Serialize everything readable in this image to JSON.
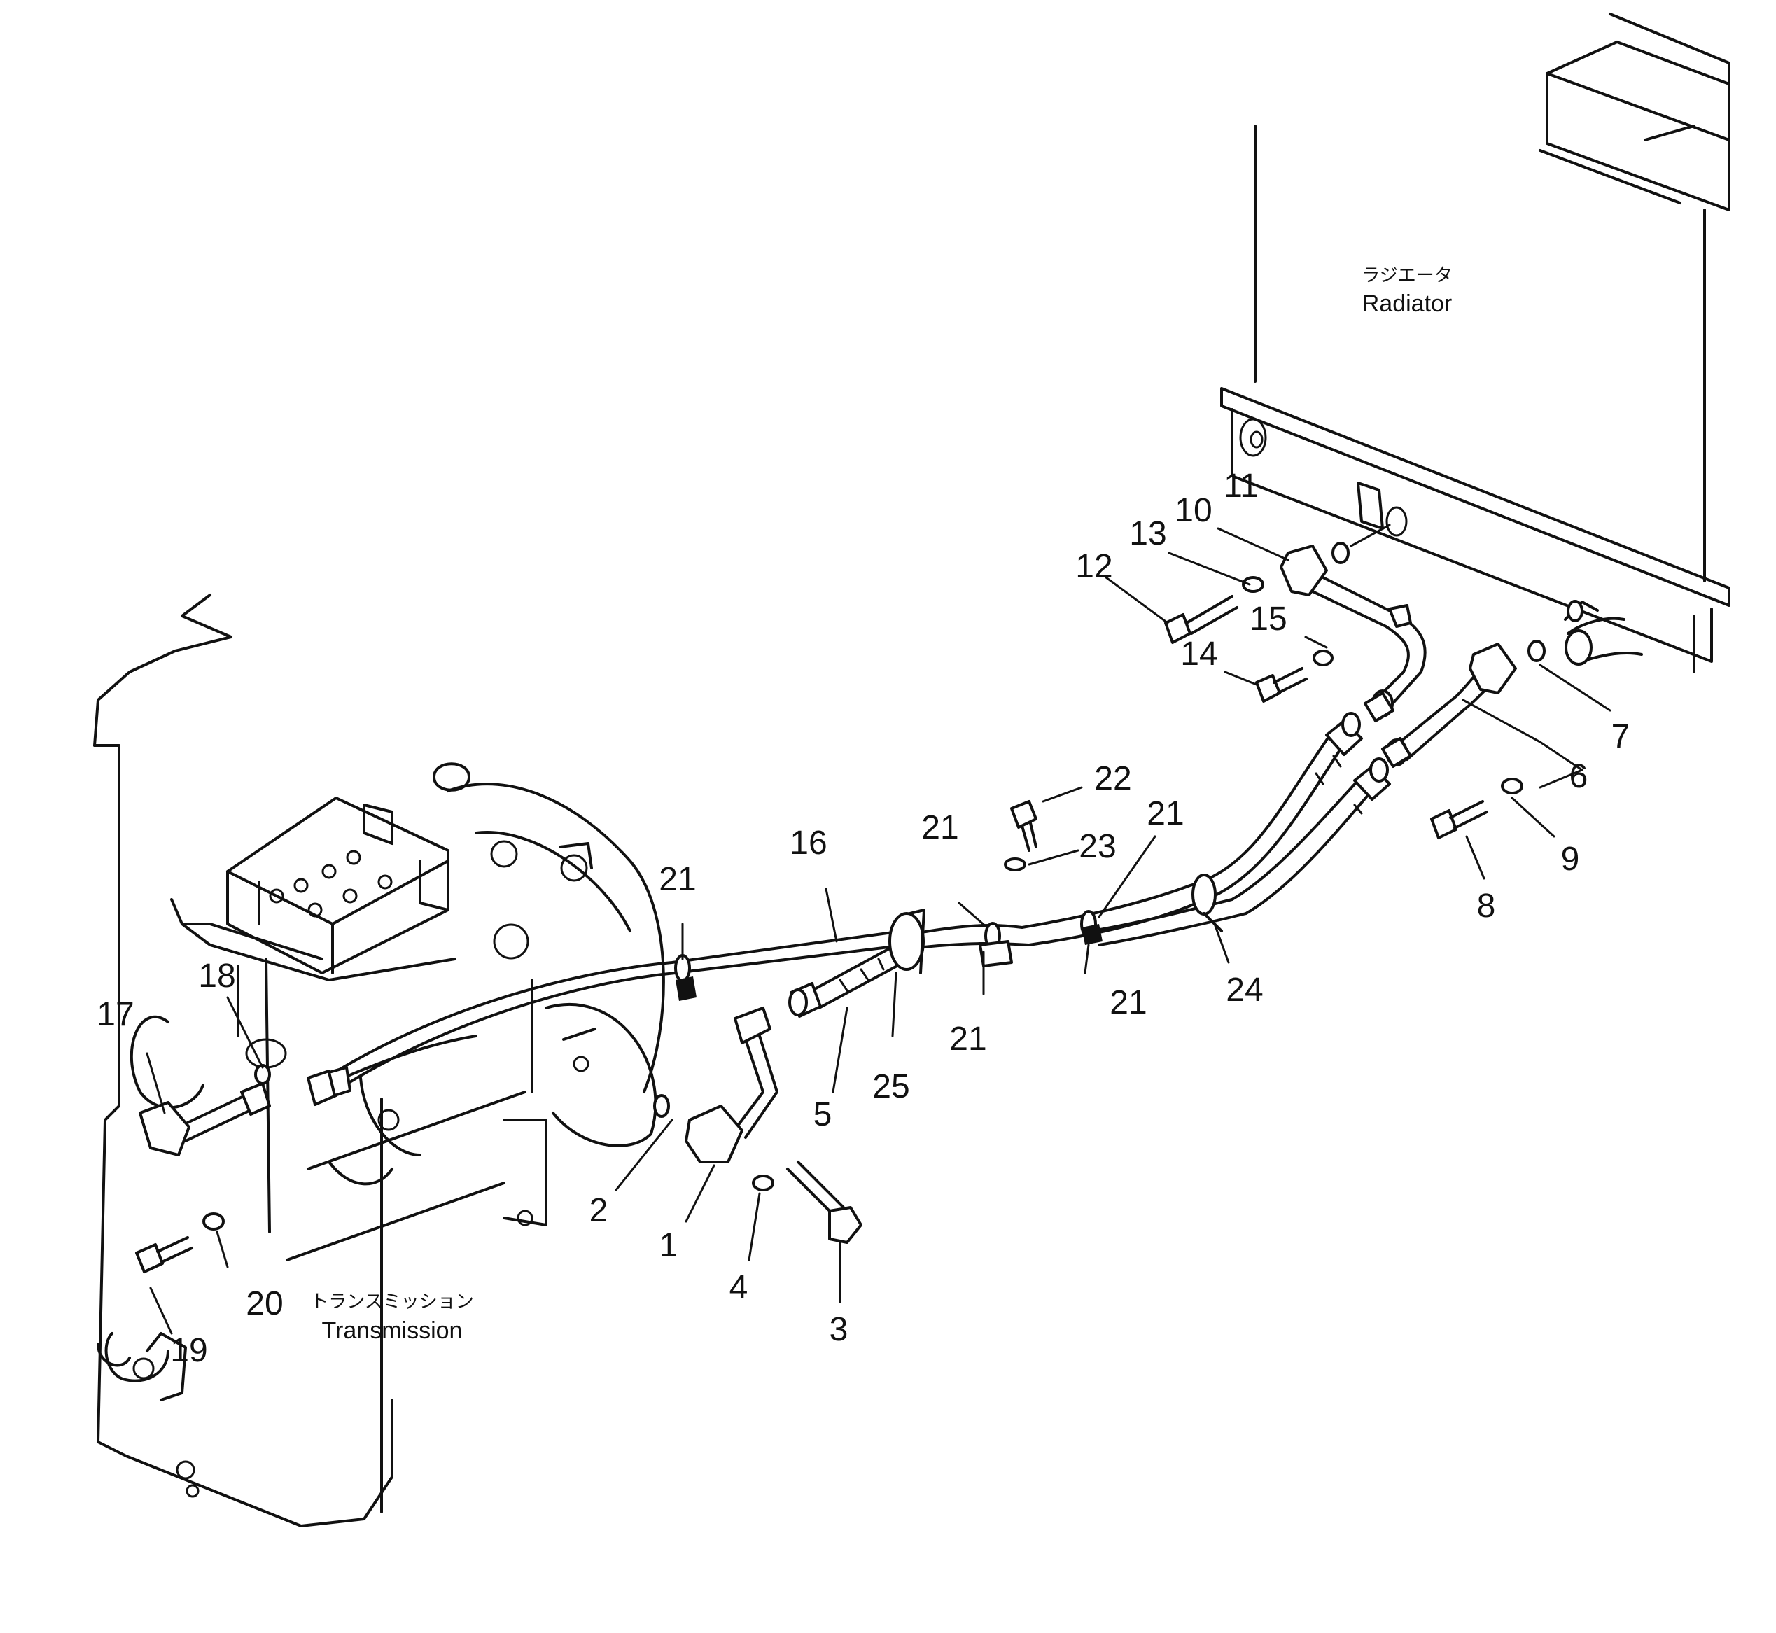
{
  "labels": {
    "radiator_jp": "ラジエータ",
    "radiator_en": "Radiator",
    "transmission_jp": "トランスミッション",
    "transmission_en": "Transmission"
  },
  "callouts": {
    "c1": "1",
    "c2": "2",
    "c3": "3",
    "c4": "4",
    "c5": "5",
    "c6": "6",
    "c7": "7",
    "c8": "8",
    "c9": "9",
    "c10": "10",
    "c11": "11",
    "c12": "12",
    "c13": "13",
    "c14": "14",
    "c15": "15",
    "c16": "16",
    "c17": "17",
    "c18": "18",
    "c19": "19",
    "c20": "20",
    "c21": "21",
    "c22": "22",
    "c23": "23",
    "c24": "24",
    "c25": "25"
  }
}
